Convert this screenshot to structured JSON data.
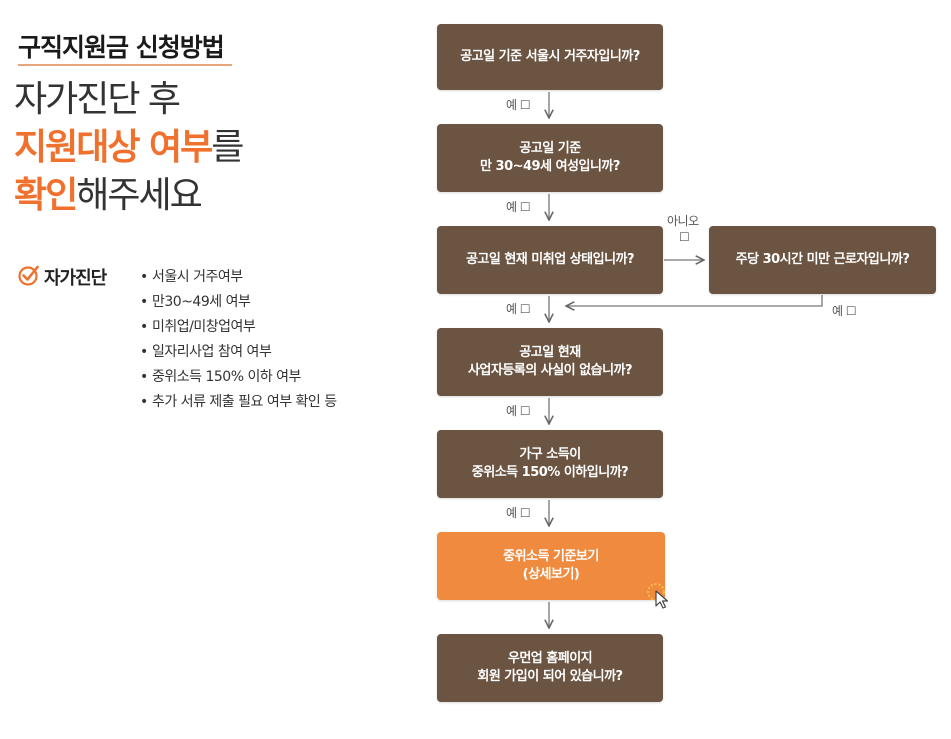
{
  "left": {
    "section_title": "구직지원금 신청방법",
    "headline": {
      "line1": "자가진단 후",
      "line2_highlight": "지원대상 여부",
      "line2_rest": "를",
      "line3_highlight": "확인",
      "line3_rest": "해주세요"
    },
    "self_check_label": "자가진단",
    "checklist": [
      "서울시 거주여부",
      "만30~49세 여부",
      "미취업/미창업여부",
      "일자리사업 참여 여부",
      "중위소득 150% 이하 여부",
      "추가 서류 제출 필요 여부 확인 등"
    ]
  },
  "flowchart": {
    "q1": "공고일 기준 서울시 거주자입니까?",
    "q2": "공고일 기준\n만 30~49세 여성입니까?",
    "q3": "공고일 현재 미취업 상태입니까?",
    "q3_side": "주당 30시간 미만 근로자입니까?",
    "q4": "공고일 현재\n사업자등록의 사실이 없습니까?",
    "q5": "가구 소득이\n중위소득 150% 이하입니까?",
    "link_button": "중위소득 기준보기\n(상세보기)",
    "q6": "우먼업 홈페이지\n회원 가입이 되어 있습니까?",
    "yes_label": "예 ☐",
    "no_label": "아니오",
    "no_box": "☐"
  },
  "colors": {
    "box": "#6b5441",
    "accent": "#f08a3f",
    "highlight_text": "#f0702d"
  }
}
